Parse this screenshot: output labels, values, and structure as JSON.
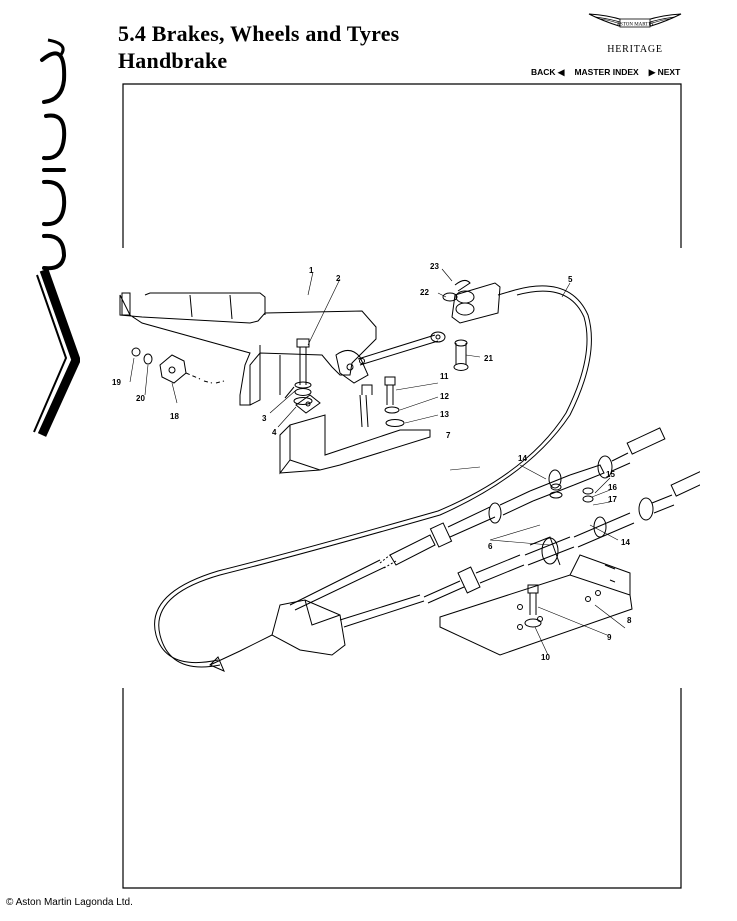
{
  "header": {
    "section": "5.4 Brakes, Wheels and Tyres",
    "subtitle": "Handbrake"
  },
  "brand": {
    "logo_text": "ASTON MARTIN",
    "heritage": "HERITAGE"
  },
  "nav": {
    "back": "BACK ◀",
    "master_index": "MASTER INDEX",
    "next": "▶ NEXT"
  },
  "sidebar": {
    "logo_name": "vantage-script-logo"
  },
  "diagram": {
    "callouts": [
      "1",
      "2",
      "3",
      "4",
      "5",
      "6",
      "7",
      "8",
      "9",
      "10",
      "11",
      "12",
      "13",
      "14",
      "14",
      "15",
      "16",
      "17",
      "18",
      "19",
      "20",
      "21",
      "22",
      "23"
    ]
  },
  "footer": {
    "copyright": "© Aston Martin Lagonda Ltd."
  }
}
